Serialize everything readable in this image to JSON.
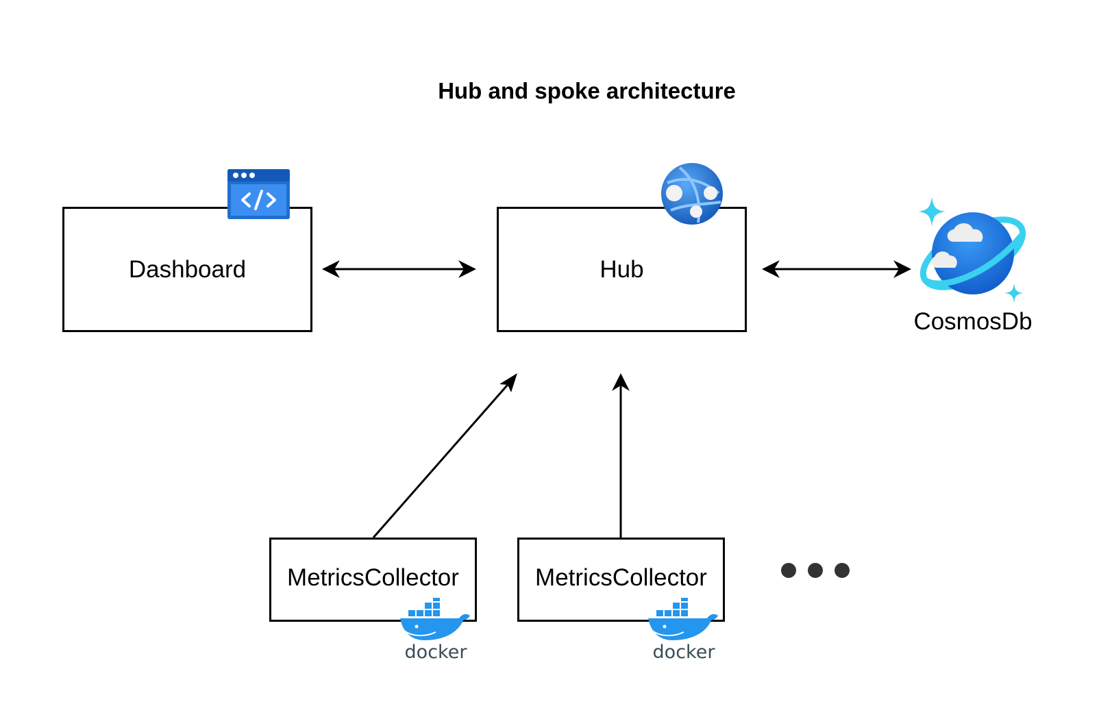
{
  "title": "Hub and spoke architecture",
  "nodes": {
    "dashboard": {
      "label": "Dashboard",
      "icon": "web-app-code-icon"
    },
    "hub": {
      "label": "Hub",
      "icon": "web-globe-network-icon"
    },
    "cosmos": {
      "label": "CosmosDb",
      "icon": "cosmos-db-icon"
    },
    "collectors": [
      {
        "label": "MetricsCollector",
        "icon": "docker-icon",
        "badge": "docker"
      },
      {
        "label": "MetricsCollector",
        "icon": "docker-icon",
        "badge": "docker"
      }
    ],
    "more": {
      "icon": "ellipsis-icon"
    }
  },
  "edges": [
    {
      "from": "dashboard",
      "to": "hub",
      "direction": "both"
    },
    {
      "from": "hub",
      "to": "cosmos",
      "direction": "both"
    },
    {
      "from": "collectors.0",
      "to": "hub",
      "direction": "forward"
    },
    {
      "from": "collectors.1",
      "to": "hub",
      "direction": "forward"
    }
  ],
  "colors": {
    "azure_blue": "#1f6fcf",
    "cosmos_cyan": "#3ad0f0",
    "docker_blue": "#2496ed",
    "docker_text": "#394d54",
    "dots": "#333333"
  }
}
